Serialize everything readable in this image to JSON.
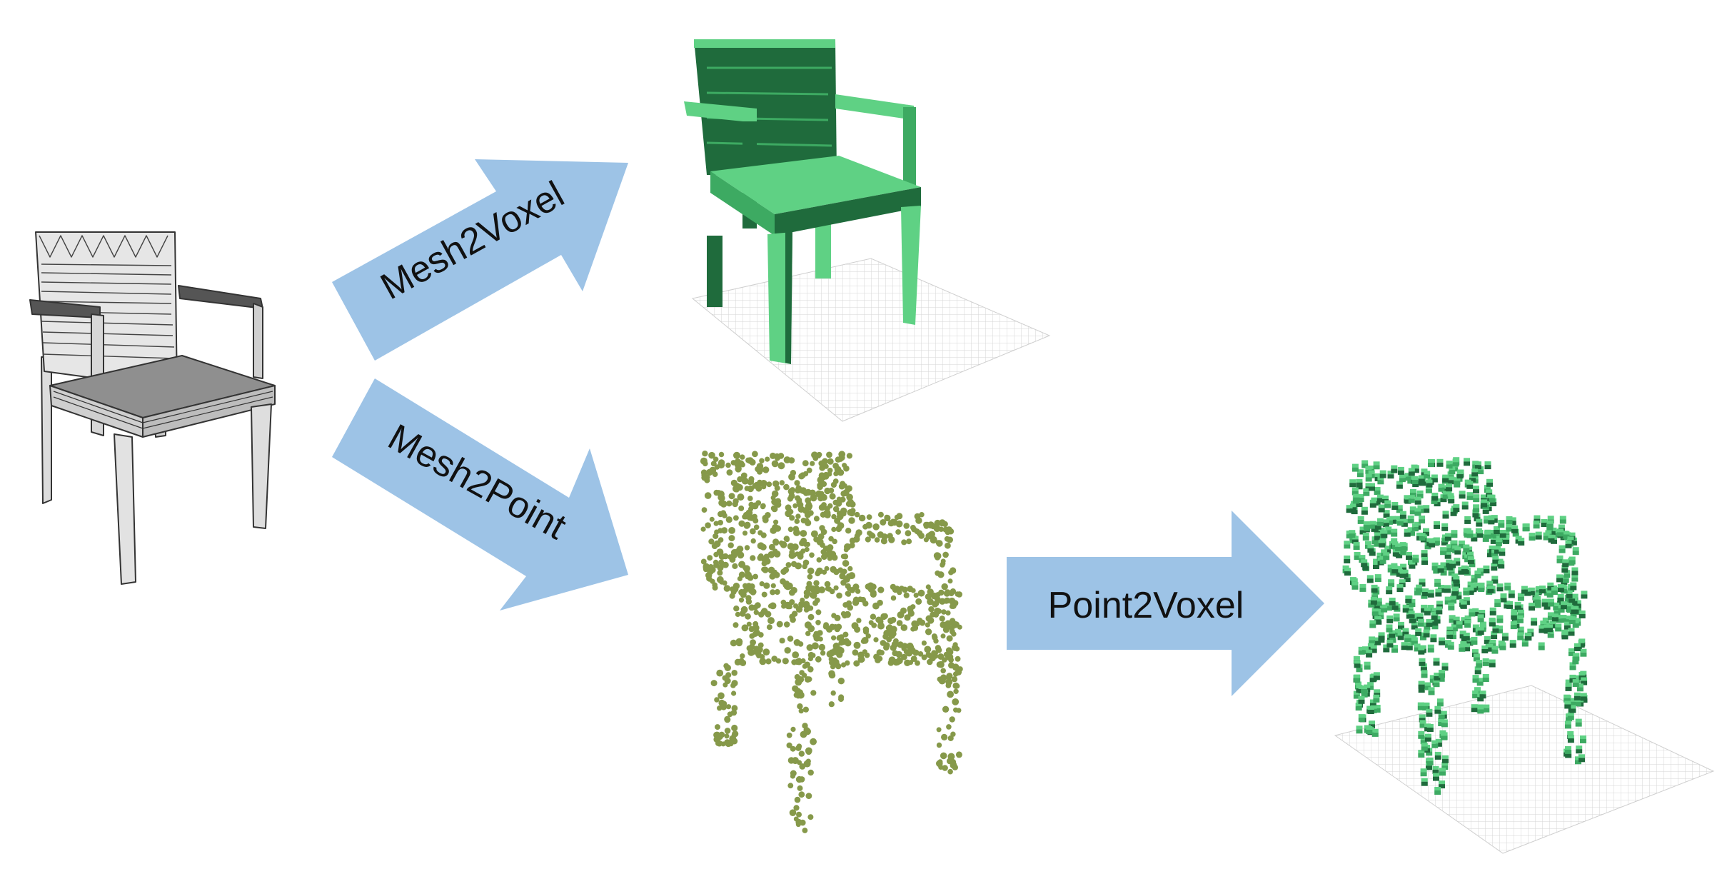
{
  "arrows": {
    "mesh2voxel": "Mesh2Voxel",
    "mesh2point": "Mesh2Point",
    "point2voxel": "Point2Voxel"
  },
  "colors": {
    "arrow_fill": "#9dc3e6",
    "voxel_light": "#5fd184",
    "voxel_mid": "#3daa62",
    "voxel_dark": "#1f6b3c",
    "point_color": "#86994a",
    "mesh_light": "#e4e4e4",
    "mesh_mid": "#a6a6a6",
    "mesh_dark": "#3a3a3a",
    "grid_line": "#d8d8d8"
  }
}
